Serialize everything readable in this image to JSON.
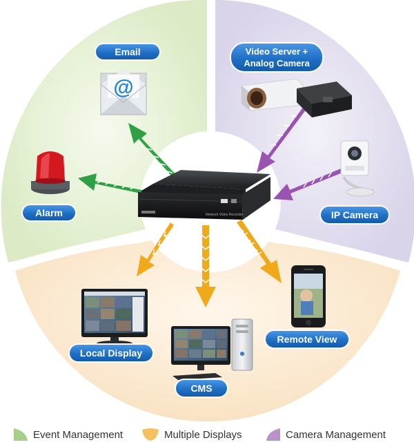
{
  "nodes": {
    "email": "Email",
    "video_server_line1": "Video Server +",
    "video_server_line2": "Analog Camera",
    "alarm": "Alarm",
    "ip_camera": "IP Camera",
    "local_display": "Local Display",
    "cms": "CMS",
    "remote_view": "Remote View"
  },
  "legend": {
    "event": "Event Management",
    "displays": "Multiple Displays",
    "camera": "Camera Management"
  },
  "colors": {
    "event_sector": "#e6f0d3",
    "camera_sector": "#e3e0ee",
    "display_sector": "#fcebd2",
    "pill_blue": "#1f6fc5",
    "arrow_green": "#2fa043",
    "arrow_orange": "#f0a91a",
    "arrow_purple": "#9a53b0",
    "legend_green": "#a6d08a",
    "legend_orange": "#f4c060",
    "legend_purple": "#b892c9"
  }
}
